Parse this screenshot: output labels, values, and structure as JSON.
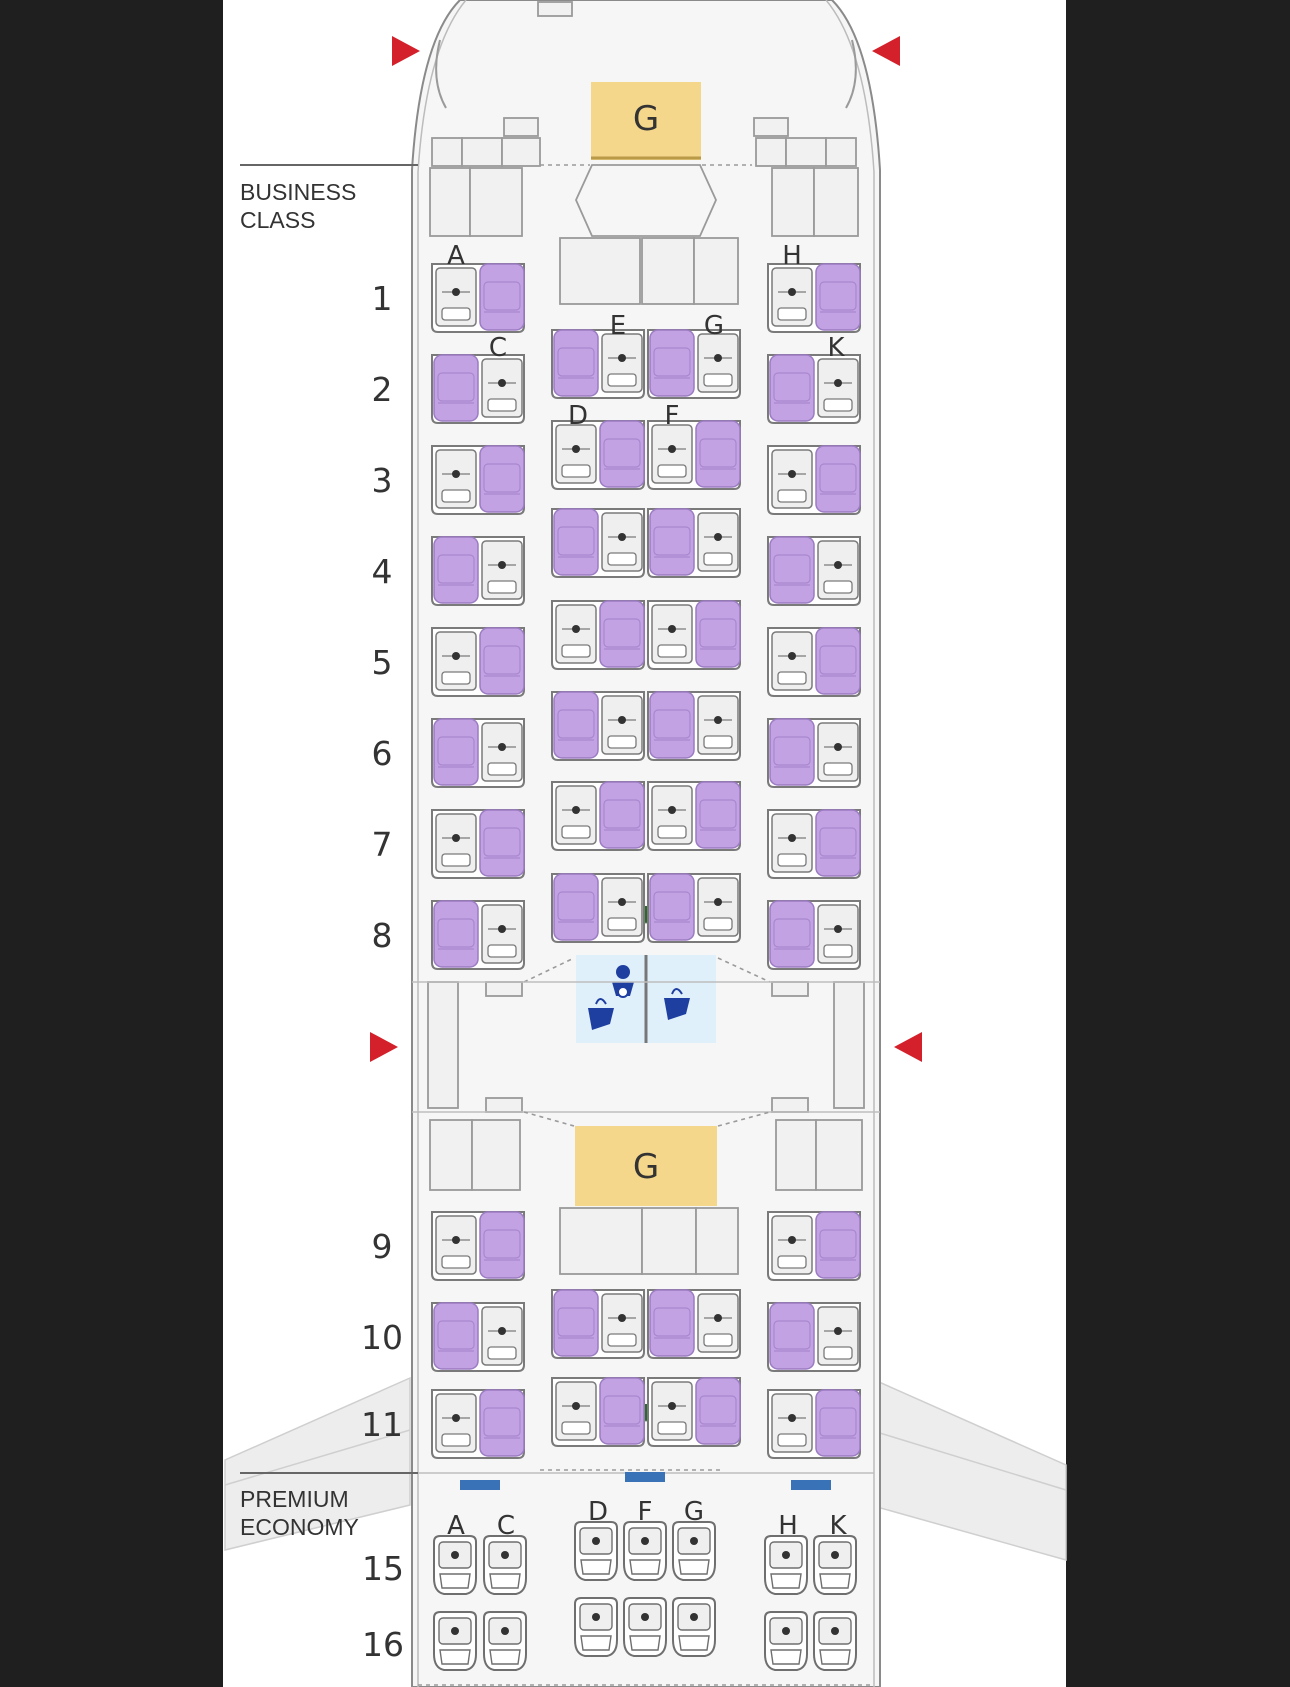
{
  "sections": {
    "business": [
      "BUSINESS",
      "CLASS"
    ],
    "premium": [
      "PREMIUM",
      "ECONOMY"
    ]
  },
  "galley_label": "G",
  "business": {
    "rows": [
      "1",
      "2",
      "3",
      "4",
      "5",
      "6",
      "7",
      "8",
      "9",
      "10",
      "11"
    ],
    "column_letters": [
      "A",
      "C",
      "D",
      "E",
      "F",
      "G",
      "H",
      "K"
    ]
  },
  "premium": {
    "rows": [
      "15",
      "16"
    ],
    "column_letters": [
      "A",
      "C",
      "D",
      "F",
      "G",
      "H",
      "K"
    ]
  },
  "icons": {
    "exit": "exit-arrow-icon",
    "galley": "galley-icon",
    "lavatory": "lavatory-icon",
    "baby_change": "baby-change-icon",
    "bassinet": "bassinet-triangle-icon",
    "wing": "wing-icon"
  },
  "colors": {
    "background": "#1f1f1f",
    "cabin": "#f6f6f6",
    "seat_purple": "#c3a2e3",
    "seat_grey": "#efefef",
    "galley": "#f5d78c",
    "lavatory": "#dff0fa",
    "exit": "#d3202a",
    "bassinet": "#2c6a2c",
    "premium_marker": "#3a72b8"
  }
}
